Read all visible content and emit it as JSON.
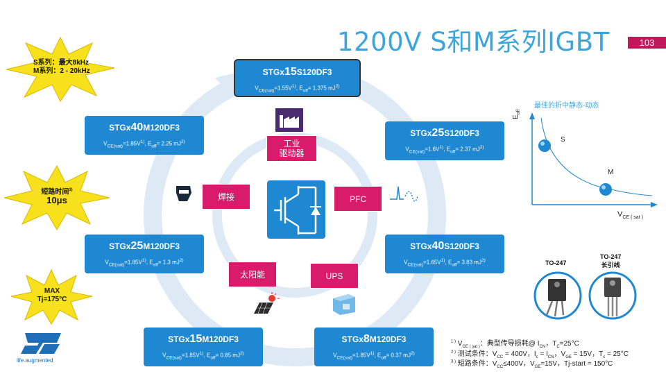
{
  "title": "1200V S和M系列IGBT",
  "page_number": "103",
  "stars": {
    "freq": {
      "line1": "S系列：最大8kHz",
      "line2": "M系列：2 - 20kHz"
    },
    "short_circuit": {
      "line1": "短路时间",
      "sup": "3)",
      "line2": "10μs"
    },
    "tj": {
      "line1": "MAX",
      "line2": "Tj=175°C"
    }
  },
  "products": [
    {
      "prefix": "STGx",
      "num": "15",
      "suffix": "S120DF3",
      "vce": "=1.55V",
      "eoff": "= 1.375 mJ"
    },
    {
      "prefix": "STGx",
      "num": "25",
      "suffix": "S120DF3",
      "vce": "=1.6V",
      "eoff": "= 2.37 mJ"
    },
    {
      "prefix": "STGx",
      "num": "40",
      "suffix": "S120DF3",
      "vce": "=1.65V",
      "eoff": "= 3.83 mJ"
    },
    {
      "prefix": "STGx",
      "num": "8",
      "suffix": "M120DF3",
      "vce": "=1.85V",
      "eoff": "= 0.37 mJ"
    },
    {
      "prefix": "STGx",
      "num": "15",
      "suffix": "M120DF3",
      "vce": "=1.85V",
      "eoff": "= 0.85 mJ"
    },
    {
      "prefix": "STGx",
      "num": "25",
      "suffix": "M120DF3",
      "vce": "=1.85V",
      "eoff": "= 1.3 mJ"
    },
    {
      "prefix": "STGx",
      "num": "40",
      "suffix": "M120DF3",
      "vce": "=1.85V",
      "eoff": "= 2.25 mJ"
    }
  ],
  "spec_labels": {
    "vce": "V",
    "vce_sub": "CE(sat)",
    "eoff": "E",
    "eoff_sub": "off",
    "sup1": "1)",
    "sup2": "2)"
  },
  "applications": {
    "industrial_drive": "工业\n驱动器",
    "welding": "焊接",
    "pfc": "PFC",
    "solar": "太阳能",
    "ups": "UPS"
  },
  "tradeoff_chart": {
    "title": "最佳的折中静态-动态",
    "ylabel": "E",
    "ylabel_sub": "off",
    "xlabel": "V",
    "xlabel_sub": "CE ( sat )",
    "points": [
      {
        "label": "S"
      },
      {
        "label": "M"
      }
    ]
  },
  "packages": {
    "to247": "TO-247",
    "to247_long_line1": "TO-247",
    "to247_long_line2": "长引线"
  },
  "notes": [
    {
      "num": "1 )",
      "text": "V",
      "sub": "CE ( sat )",
      "rest": "：典型传导损耗@ I",
      "sub2": "CN",
      "rest2": "，T",
      "sub3": "C",
      "rest3": "=25°C"
    },
    {
      "num": "2 )",
      "text": "测试条件：V",
      "sub": "CC",
      "rest": " = 400V，I",
      "sub2": "c",
      "rest2": " = I",
      "sub3": "CN",
      "rest3": "，V",
      "sub4": "GE",
      "rest4": " = 15V，T",
      "sub5": "c",
      "rest5": " = 25°C"
    },
    {
      "num": "3 )",
      "text": "短路条件：V",
      "sub": "CC",
      "rest": "≤400V，V",
      "sub2": "GE",
      "rest2": "=15V，Tj-start  = 150°C"
    }
  ],
  "logo": {
    "tagline": "life.augmented"
  },
  "colors": {
    "accent_blue": "#1e88d2",
    "title_blue": "#3aa6dd",
    "pink": "#d81b6a",
    "star_yellow": "#f7e11d",
    "ring": "#dce9f5"
  }
}
